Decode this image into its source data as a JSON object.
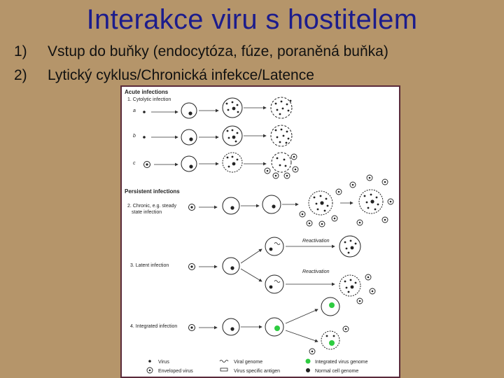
{
  "slide": {
    "title": "Interakce viru s hostitelem",
    "bullets": [
      {
        "num": "1)",
        "text": "Vstup do buňky (endocytóza, fúze, poraněná buňka)"
      },
      {
        "num": "2)",
        "text": "Lytický cyklus/Chronická infekce/Latence"
      }
    ]
  },
  "figure": {
    "heading_acute": "Acute infections",
    "row1": "1. Cytolytic infection",
    "sub_a": "a",
    "sub_b": "b",
    "sub_c": "c",
    "heading_persistent": "Persistent infections",
    "row2_line1": "2. Chronic, e.g. steady",
    "row2_line2": "state infection",
    "row3": "3. Latent infection",
    "reactivation_1": "Reactivation",
    "reactivation_2": "Reactivation",
    "row4": "4. Integrated infection",
    "legend": {
      "virus": "Virus",
      "enveloped": "Enveloped virus",
      "viral_genome": "Viral genome",
      "antigen": "Virus specific antigen",
      "integrated": "Integrated virus genome",
      "normal": "Normal cell genome"
    },
    "colors": {
      "integrated_genome": "#2ecc40",
      "border": "#5a2a3a"
    }
  }
}
